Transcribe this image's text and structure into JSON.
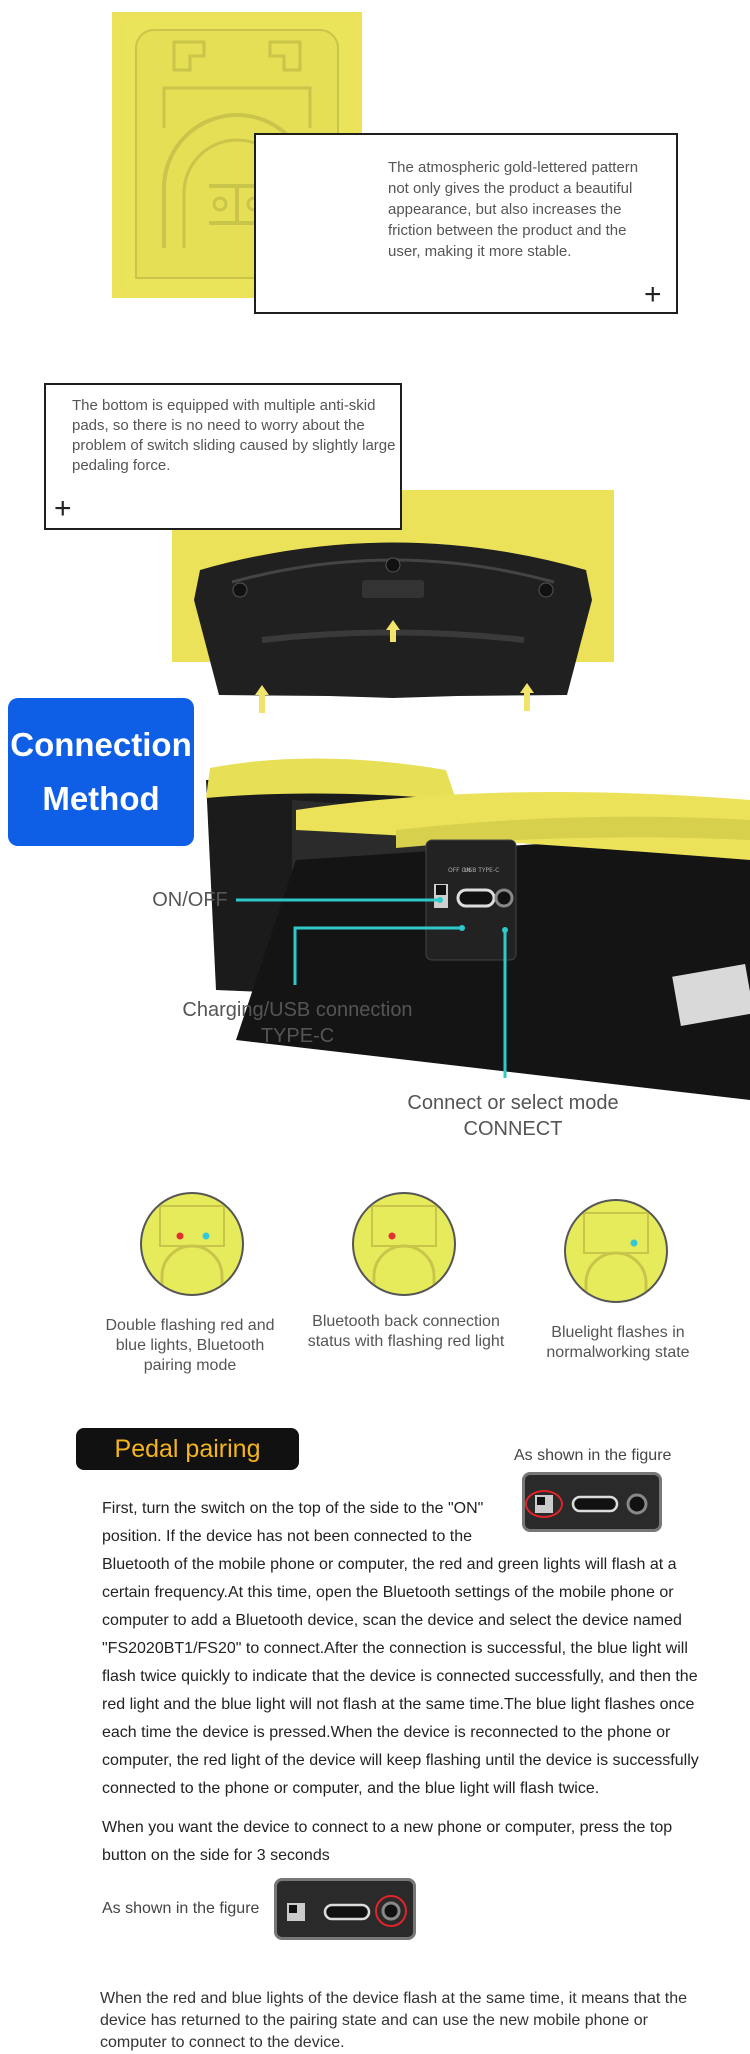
{
  "feature_gold": {
    "text": "The atmospheric gold-lettered pattern not only gives the product a beautiful appearance, but also increases the friction between the product and the user, making it more stable.",
    "plus": "+"
  },
  "feature_skid": {
    "text": "The bottom is equipped with multiple anti-skid pads, so there is no need to worry about the problem of switch sliding caused by slightly large pedaling force.",
    "plus": "+"
  },
  "connection": {
    "badge_line1": "Connection",
    "badge_line2": "Method",
    "on_off": "ON/OFF",
    "charging_line1": "Charging/USB connection",
    "charging_line2": "TYPE-C",
    "connect_line1": "Connect or select mode",
    "connect_line2": "CONNECT",
    "port_labels": [
      "OFF ON",
      "USB TYPE-C"
    ]
  },
  "light_states": [
    {
      "label": "Double flashing red and blue lights, Bluetooth pairing mode",
      "lights": [
        "#e23030",
        "#33c8d8"
      ]
    },
    {
      "label": "Bluetooth back connection status with flashing red light",
      "lights": [
        "#e23030"
      ]
    },
    {
      "label": "Bluelight flashes in normalworking state",
      "lights": [
        "#33c8d8"
      ]
    }
  ],
  "pairing": {
    "title": "Pedal pairing",
    "as_shown": "As shown in the figure",
    "para1_line1": "First, turn the switch on the top of the side to the \"ON\"",
    "para1_line2": " position. If the device has not been connected to the",
    "para1_rest": "Bluetooth of the mobile phone or computer, the red and green lights will flash at a certain frequency.At this time, open the Bluetooth settings of the mobile phone or computer to add a Bluetooth device, scan the device and select the device named \"FS2020BT1/FS20\" to connect.After the connection is successful, the blue light will flash twice quickly to indicate that the device is connected successfully, and then the red light and the blue light will not flash at the same time.The blue light flashes once each time the device is pressed.When the device is reconnected to the phone or computer, the red light of the device will keep flashing until the device is successfully connected to the phone or computer, and the blue light will flash twice.",
    "para2": "When you want the device to connect to a new phone or computer, press the top button on the side for 3 seconds",
    "as_shown_2": "As shown in the figure",
    "para3": "When the red and blue lights of the device flash at the same time, it means that the device has returned to the pairing state and can use the new mobile phone or computer to connect to the device."
  },
  "colors": {
    "pedal_yellow": "#ece25a",
    "badge_blue": "#0e5ee6",
    "title_gold": "#f5b51b",
    "leader_cyan": "#2ec9c9",
    "highlight_red": "#e0242a"
  }
}
